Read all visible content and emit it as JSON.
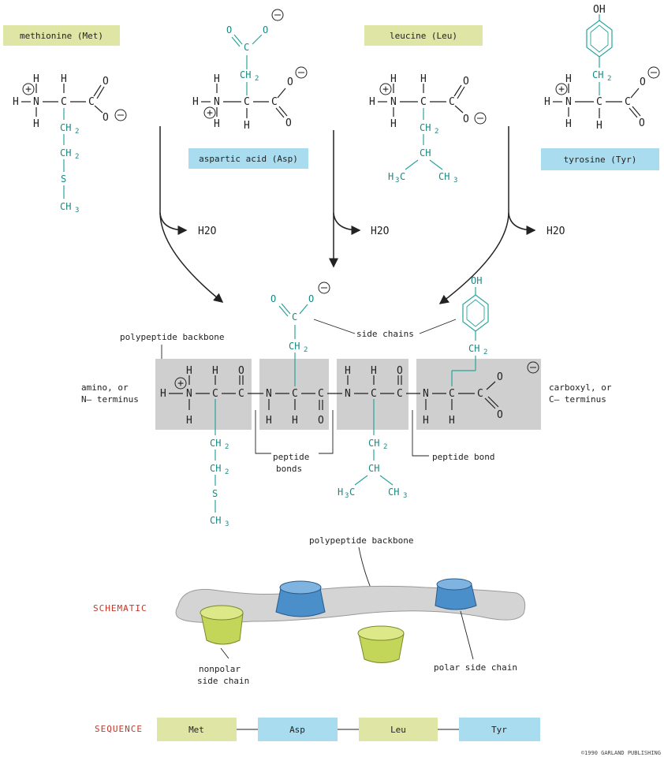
{
  "amino_acids": [
    {
      "name": "methionine (Met)",
      "box_color": "#dfe6a5"
    },
    {
      "name": "aspartic acid (Asp)",
      "box_color": "#a9dcef"
    },
    {
      "name": "leucine (Leu)",
      "box_color": "#dfe6a5"
    },
    {
      "name": "tyrosine (Tyr)",
      "box_color": "#a9dcef"
    }
  ],
  "water": "H2O",
  "polypeptide_labels": {
    "backbone": "polypeptide backbone",
    "side_chains": "side chains",
    "amino_terminus_1": "amino, or",
    "amino_terminus_2": "N– terminus",
    "carboxyl_terminus_1": "carboxyl, or",
    "carboxyl_terminus_2": "C– terminus",
    "peptide_bonds_1": "peptide",
    "peptide_bonds_2": "bonds",
    "peptide_bond": "peptide bond"
  },
  "schematic": {
    "label": "SCHEMATIC",
    "backbone": "polypeptide backbone",
    "nonpolar_1": "nonpolar",
    "nonpolar_2": "side chain",
    "polar": "polar side chain",
    "nonpolar_color": "#c4d65a",
    "polar_color": "#4a8fc9",
    "backbone_color": "#d4d4d4"
  },
  "sequence": {
    "label": "SEQUENCE",
    "items": [
      {
        "name": "Met",
        "color": "#dfe6a5"
      },
      {
        "name": "Asp",
        "color": "#a9dcef"
      },
      {
        "name": "Leu",
        "color": "#dfe6a5"
      },
      {
        "name": "Tyr",
        "color": "#a9dcef"
      }
    ]
  },
  "colors": {
    "side_chain": "#1a8a86",
    "backbone_box": "#cfcfcf",
    "label_red": "#c0392b"
  },
  "copyright": "©1990 GARLAND PUBLISHING"
}
